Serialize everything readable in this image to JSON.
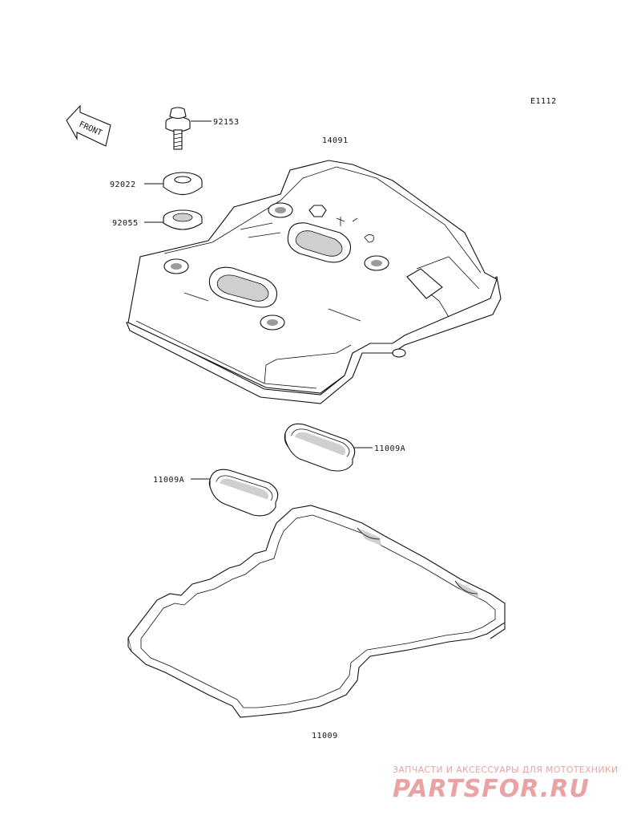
{
  "diagram_code": "E1112",
  "front_label": "FRONT",
  "parts": {
    "bolt": "92153",
    "cover": "14091",
    "washer": "92022",
    "grommet": "92055",
    "plug_gasket_right": "11009A",
    "plug_gasket_left": "11009A",
    "cover_gasket": "11009"
  },
  "watermark": {
    "tagline": "ЗАПЧАСТИ И АКСЕССУАРЫ ДЛЯ МОТОТЕХНИКИ",
    "brand": "PARTSFOR.RU",
    "color": "#e9a3a3"
  }
}
